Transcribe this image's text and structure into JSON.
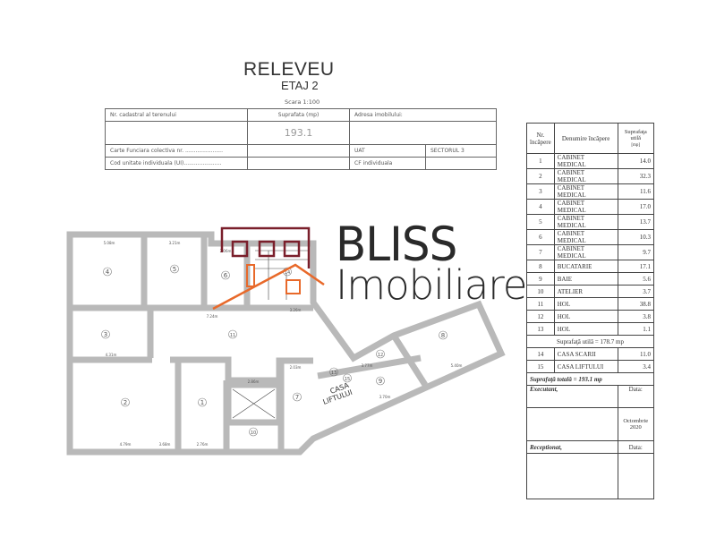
{
  "header": {
    "title": "RELEVEU",
    "subtitle": "ETAJ 2",
    "scale": "Scara 1:100"
  },
  "cadastral": {
    "nr_cadastral_label": "Nr. cadastral al terenului",
    "suprafata_label": "Suprafata (mp)",
    "suprafata_value": "193.1",
    "adresa_label": "Adresa imobilului:",
    "carte_funciara_label": "Carte Funciara colectiva nr. ......................",
    "cod_unitate_label": "Cod unitate individuala (UI)......................",
    "uat_label": "UAT",
    "uat_value": "SECTORUL 3",
    "cf_label": "CF individuala"
  },
  "rooms_table": {
    "headers": {
      "nr": "Nr. încăpere",
      "name": "Denumire încăpere",
      "area": "Suprafaţa utilă",
      "unit": "[mp]"
    },
    "rows": [
      {
        "nr": "1",
        "name": "CABINET MEDICAL",
        "area": "14.0"
      },
      {
        "nr": "2",
        "name": "CABINET MEDICAL",
        "area": "32.3"
      },
      {
        "nr": "3",
        "name": "CABINET MEDICAL",
        "area": "11.6"
      },
      {
        "nr": "4",
        "name": "CABINET MEDICAL",
        "area": "17.0"
      },
      {
        "nr": "5",
        "name": "CABINET MEDICAL",
        "area": "13.7"
      },
      {
        "nr": "6",
        "name": "CABINET MEDICAL",
        "area": "10.3"
      },
      {
        "nr": "7",
        "name": "CABINET MEDICAL",
        "area": "9.7"
      },
      {
        "nr": "8",
        "name": "BUCATARIE",
        "area": "17.1"
      },
      {
        "nr": "9",
        "name": "BAIE",
        "area": "5.6"
      },
      {
        "nr": "10",
        "name": "ATELIER",
        "area": "3.7"
      },
      {
        "nr": "11",
        "name": "HOL",
        "area": "38.8"
      },
      {
        "nr": "12",
        "name": "HOL",
        "area": "3.8"
      },
      {
        "nr": "13",
        "name": "HOL",
        "area": "1.1"
      }
    ],
    "subtotal": "Suprafaţă utilă = 178.7 mp",
    "common_rows": [
      {
        "nr": "14",
        "name": "CASA SCARII",
        "area": "11.0"
      },
      {
        "nr": "15",
        "name": "CASA LIFTULUI",
        "area": "3.4"
      }
    ],
    "total": "Suprafaţă totală = 193.1 mp",
    "executant_label": "Executant,",
    "data_label": "Data:",
    "executant_date": "Octombrie 2020",
    "receptionat_label": "Receptionat,",
    "data_label2": "Data:"
  },
  "logo": {
    "line1": "BLISS",
    "line2": "Imobiliare",
    "accent_dark": "#7a1f2b",
    "accent_orange": "#e8692a"
  },
  "plan": {
    "rooms": [
      "1",
      "2",
      "3",
      "4",
      "5",
      "6",
      "7",
      "8",
      "9",
      "10",
      "11",
      "12",
      "13",
      "14",
      "15"
    ],
    "lift_label_1": "CASA",
    "lift_label_2": "LIFTULUI",
    "dimensions": {
      "r4_w": "5.08m",
      "r5_w": "3.21m",
      "r6_w": "2.06m",
      "hall_w": "7.24m",
      "stair_w": "3.26m",
      "r3_w": "4.31m",
      "r2_w": "4.79m",
      "r2_b": "3.68m",
      "r1_w": "2.76m",
      "lift_w": "2.86m",
      "r7_w": "2.03m",
      "r8_w": "5.40m",
      "r12_w": "3.77m",
      "r9_w": "3.70m"
    },
    "wall_color": "#b9b9b9"
  }
}
